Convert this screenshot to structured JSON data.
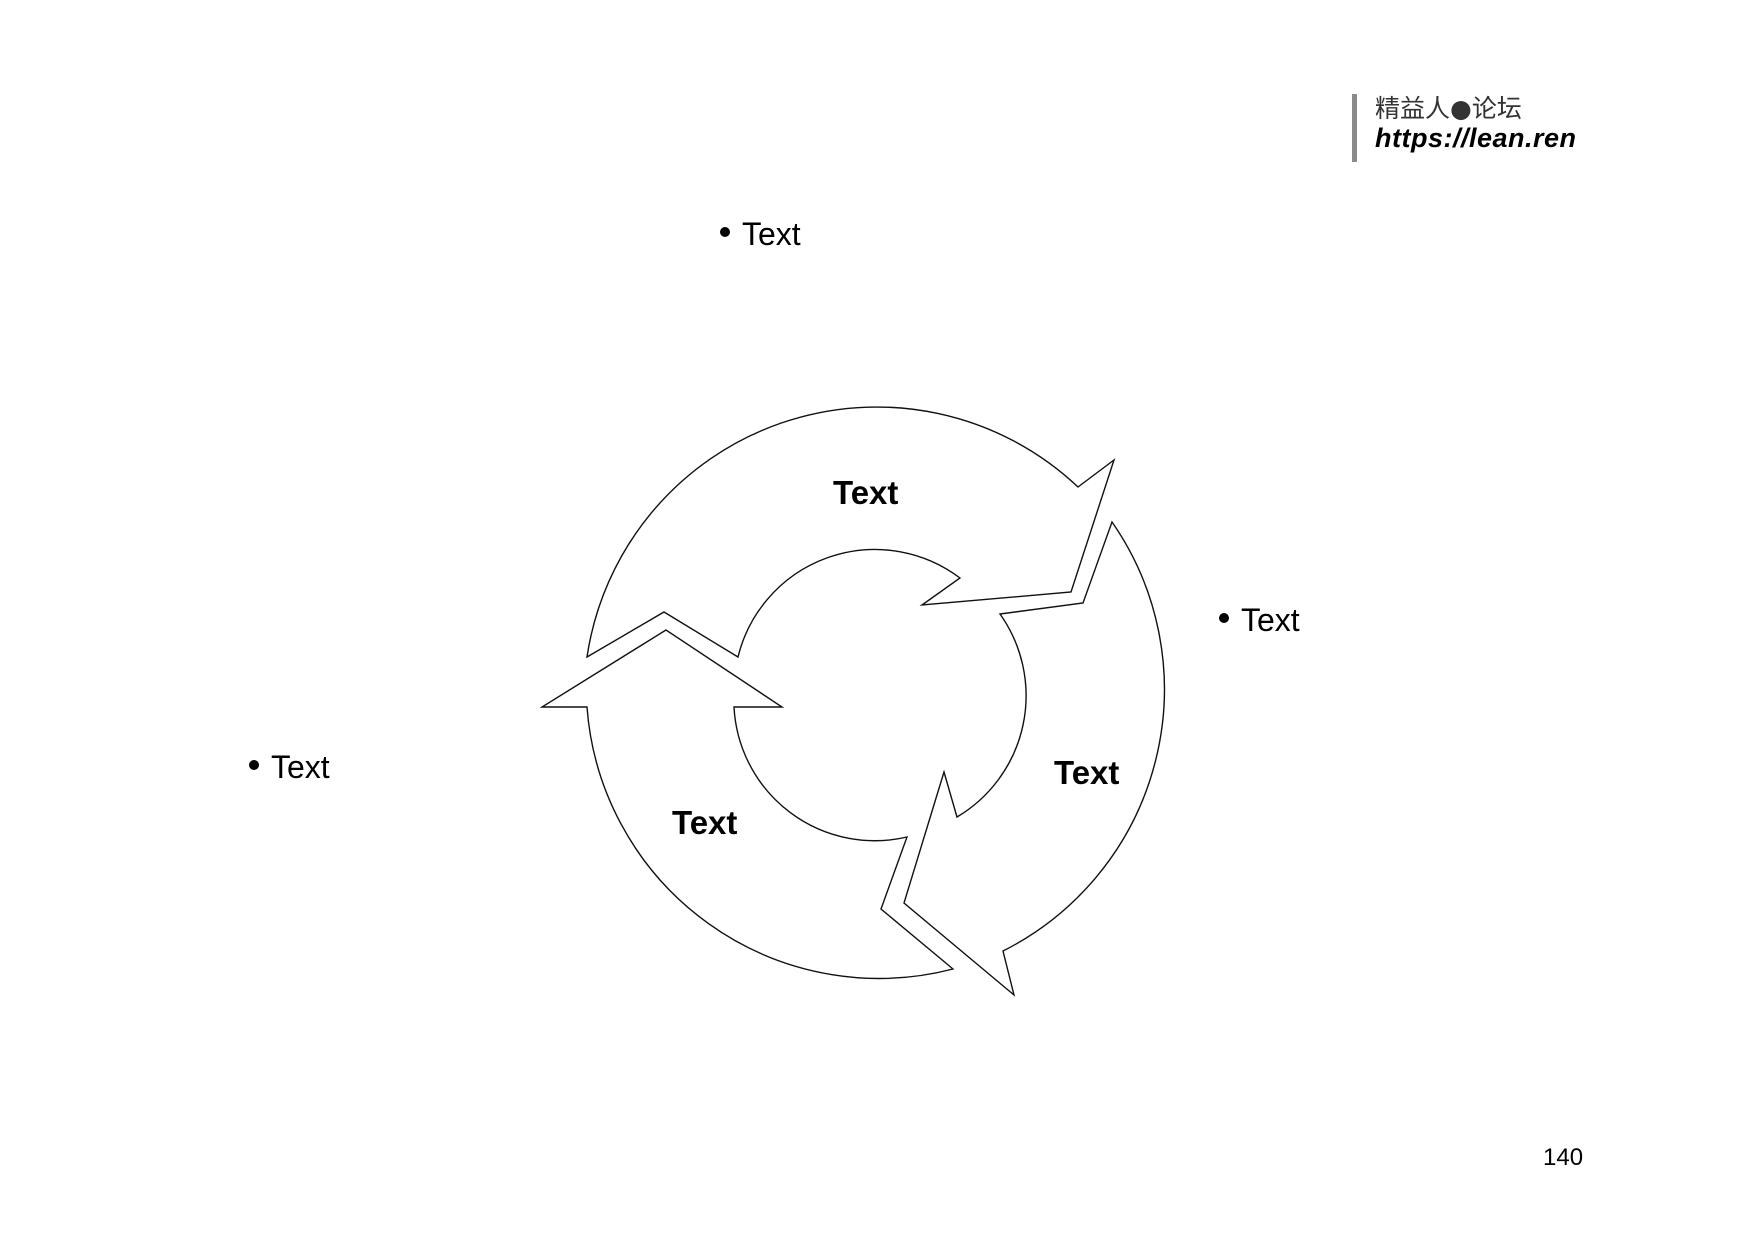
{
  "brand": {
    "name": "精益人●论坛",
    "url": "https://lean.ren"
  },
  "bullets": {
    "top": "Text",
    "right": "Text",
    "left": "Text"
  },
  "cycle": {
    "segments": {
      "top": "Text",
      "right": "Text",
      "left": "Text"
    }
  },
  "page_number": "140"
}
